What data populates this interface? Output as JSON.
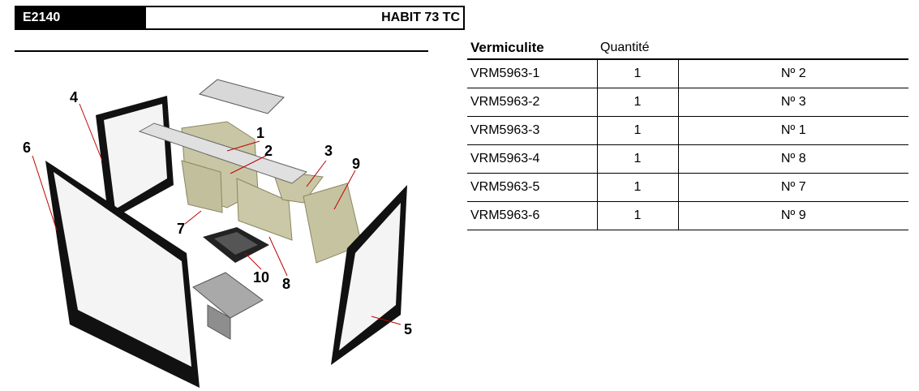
{
  "header": {
    "code": "E2140",
    "model": "HABIT 73 TC"
  },
  "diagram": {
    "callouts": [
      "1",
      "2",
      "3",
      "4",
      "5",
      "6",
      "7",
      "8",
      "9",
      "10"
    ]
  },
  "table": {
    "title": "Vermiculite",
    "qty_header": "Quantité",
    "rows": [
      {
        "ref": "VRM5963-1",
        "qty": "1",
        "num": "Nº 2"
      },
      {
        "ref": "VRM5963-2",
        "qty": "1",
        "num": "Nº 3"
      },
      {
        "ref": "VRM5963-3",
        "qty": "1",
        "num": "Nº 1"
      },
      {
        "ref": "VRM5963-4",
        "qty": "1",
        "num": "Nº 8"
      },
      {
        "ref": "VRM5963-5",
        "qty": "1",
        "num": "Nº 7"
      },
      {
        "ref": "VRM5963-6",
        "qty": "1",
        "num": "Nº 9"
      }
    ]
  }
}
